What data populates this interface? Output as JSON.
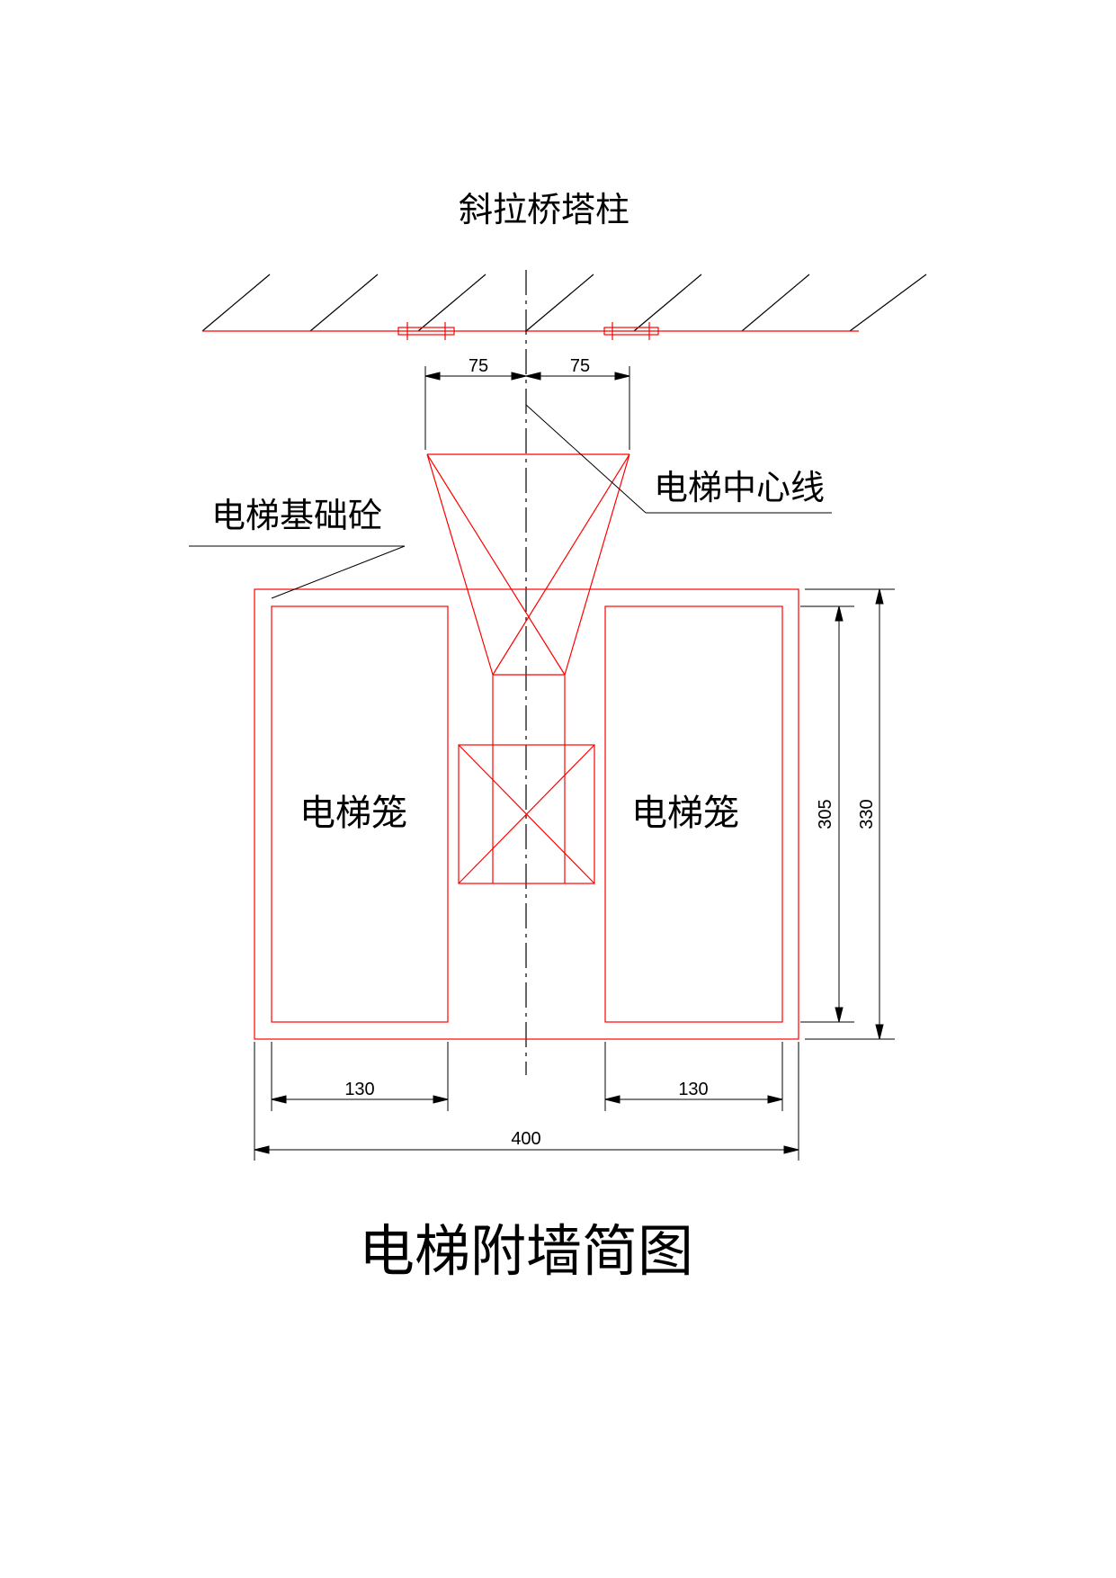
{
  "labels": {
    "tower": "斜拉桥塔柱",
    "centerline": "电梯中心线",
    "foundation": "电梯基础砼",
    "cage_left": "电梯笼",
    "cage_right": "电梯笼",
    "title": "电梯附墙简图"
  },
  "dimensions": {
    "attach_left": "75",
    "attach_right": "75",
    "cage_width_left": "130",
    "cage_width_right": "130",
    "total_width": "400",
    "cage_height": "305",
    "base_height": "330"
  },
  "colors": {
    "structure": "#ff0000",
    "annotation": "#000000"
  }
}
